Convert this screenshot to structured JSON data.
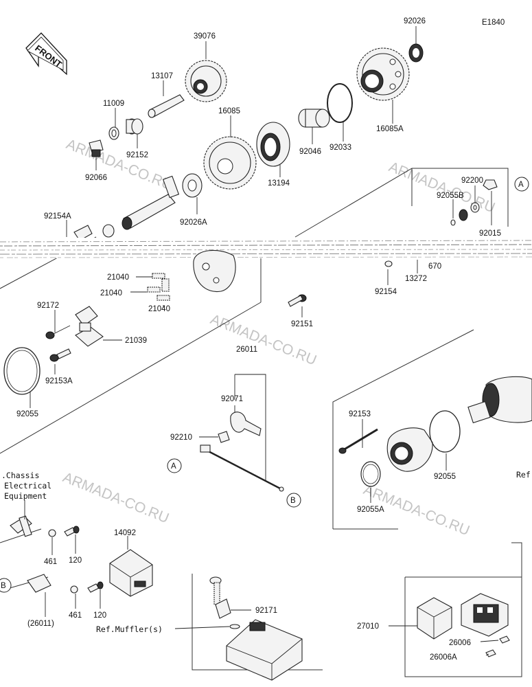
{
  "diagram": {
    "code": "E1840",
    "front_label": "FRONT",
    "watermark": "ARMADA-CO.RU",
    "parts": {
      "p39076": "39076",
      "p92026": "92026",
      "p13107": "13107",
      "p11009": "11009",
      "p16085": "16085",
      "p16085A": "16085A",
      "p92152": "92152",
      "p92066": "92066",
      "p92046": "92046",
      "p92033": "92033",
      "p13194": "13194",
      "p92200": "92200",
      "p92055B": "92055B",
      "p92026A": "92026A",
      "p92154A": "92154A",
      "p92015": "92015",
      "p670": "670",
      "p13272": "13272",
      "p92154": "92154",
      "p21040a": "21040",
      "p21040b": "21040",
      "p21040c": "21040",
      "p92172": "92172",
      "p21039": "21039",
      "p92151": "92151",
      "p26011": "26011",
      "p92153A": "92153A",
      "p92055": "92055",
      "p92071": "92071",
      "p92210": "92210",
      "p92153": "92153",
      "p92055r": "92055",
      "p92055A": "92055A",
      "p461a": "461",
      "p120a": "120",
      "p14092": "14092",
      "p461b": "461",
      "p120b": "120",
      "p26011b": "(26011)",
      "p92171": "92171",
      "p27010": "27010",
      "p26006": "26006",
      "p26006A": "26006A"
    },
    "callouts": {
      "a1": "A",
      "a2": "A",
      "b1": "B",
      "b2": "B"
    },
    "notes": {
      "chassis1": ".Chassis",
      "chassis2": "Electrical",
      "chassis3": "Equipment",
      "muffler": "Ref.Muffler(s)",
      "ref_right": "Ref"
    }
  }
}
